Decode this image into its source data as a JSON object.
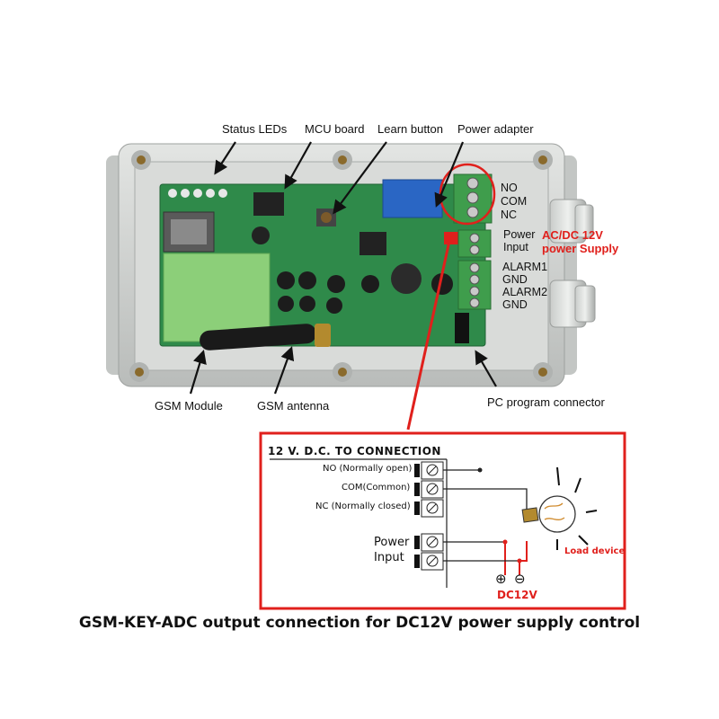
{
  "callouts": {
    "status_leds": "Status LEDs",
    "mcu_board": "MCU board",
    "learn_button": "Learn button",
    "power_adapter": "Power adapter",
    "gsm_module": "GSM Module",
    "gsm_antenna": "GSM antenna",
    "pc_program_connector": "PC program connector"
  },
  "terminals": {
    "no": "NO",
    "com": "COM",
    "nc": "NC",
    "power_input_1": "Power",
    "power_input_2": "Input",
    "alarm1": "ALARM1",
    "gnd1": "GND",
    "alarm2": "ALARM2",
    "gnd2": "GND"
  },
  "supply_note": {
    "line1": "AC/DC 12V",
    "line2": "power Supply"
  },
  "diagram": {
    "title": "12 V. D.C. TO CONNECTION",
    "no_label": "NO (Normally open)",
    "com_label": "COM(Common)",
    "nc_label": "NC (Normally closed)",
    "power_label_1": "Power",
    "power_label_2": "Input",
    "load_label": "Load device",
    "dc_label": "DC12V",
    "plus_symbol": "⊕",
    "minus_symbol": "⊖"
  },
  "caption": "GSM-KEY-ADC output connection for DC12V power supply control",
  "colors": {
    "highlight_red": "#e0201c",
    "enclosure_gray": "#cfd2d0",
    "pcb_green": "#2f8a4a",
    "terminal_green": "#3f9d4c"
  }
}
